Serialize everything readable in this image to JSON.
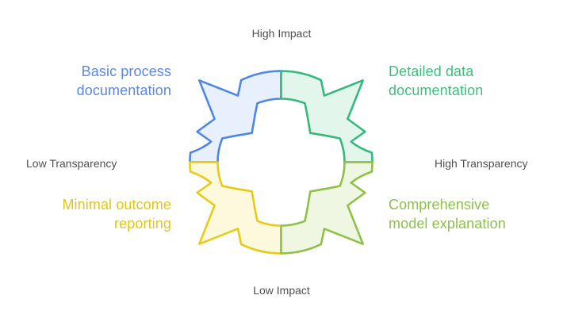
{
  "figure": {
    "title_semantics": "cycle-of-documentation-transparency-impact",
    "axis_labels": {
      "top": "High Impact",
      "bottom": "Low Impact",
      "left": "Low Transparency",
      "right": "High Transparency"
    },
    "axis_text_color": "#4f4f4f",
    "quadrants": [
      {
        "position": "top-left",
        "label": "Basic process documentation",
        "stroke": "#4e86e8",
        "fill": "#e8f0fd",
        "text_color": "#5b87e2"
      },
      {
        "position": "top-right",
        "label": "Detailed data documentation",
        "stroke": "#34b97c",
        "fill": "#e3f6ec",
        "text_color": "#3ebd7d"
      },
      {
        "position": "bottom-left",
        "label": "Minimal outcome reporting",
        "stroke": "#e8ca18",
        "fill": "#fdf9dd",
        "text_color": "#e2c51b"
      },
      {
        "position": "bottom-right",
        "label": "Comprehensive model explanation",
        "stroke": "#8ec145",
        "fill": "#eff7e2",
        "text_color": "#8cbf4b"
      }
    ]
  }
}
